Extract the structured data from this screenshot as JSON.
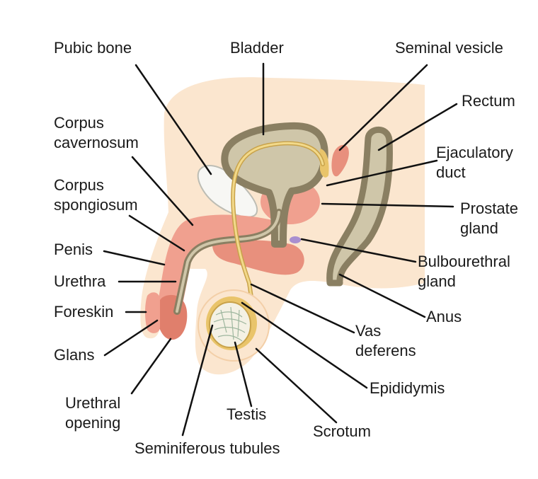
{
  "labels": {
    "pubic_bone": "Pubic bone",
    "bladder": "Bladder",
    "seminal_vesicle": "Seminal vesicle",
    "rectum": "Rectum",
    "corpus_cavernosum": [
      "Corpus",
      "cavernosum"
    ],
    "ejaculatory_duct": [
      "Ejaculatory",
      "duct"
    ],
    "corpus_spongiosum": [
      "Corpus",
      "spongiosum"
    ],
    "prostate_gland": [
      "Prostate",
      "gland"
    ],
    "penis": "Penis",
    "bulbourethral_gland": [
      "Bulbourethral",
      "gland"
    ],
    "urethra": "Urethra",
    "foreskin": "Foreskin",
    "anus": "Anus",
    "vas_deferens": [
      "Vas",
      "deferens"
    ],
    "glans": "Glans",
    "epididymis": "Epididymis",
    "urethral_opening": [
      "Urethral",
      "opening"
    ],
    "testis": "Testis",
    "scrotum": "Scrotum",
    "seminiferous_tubules": "Seminiferous tubules"
  },
  "colors": {
    "skin": "#fbe6cf",
    "skin_edge": "#f3cfa8",
    "erectile_tissue": "#f0a08f",
    "erectile_dark": "#e07f6c",
    "organ_wall": "#8a7f62",
    "organ_fill": "#cfc6a9",
    "duct": "#e9c46a",
    "bone": "#f7f7f4",
    "bulbourethral": "#a98fd0",
    "leader_line": "#111111"
  }
}
